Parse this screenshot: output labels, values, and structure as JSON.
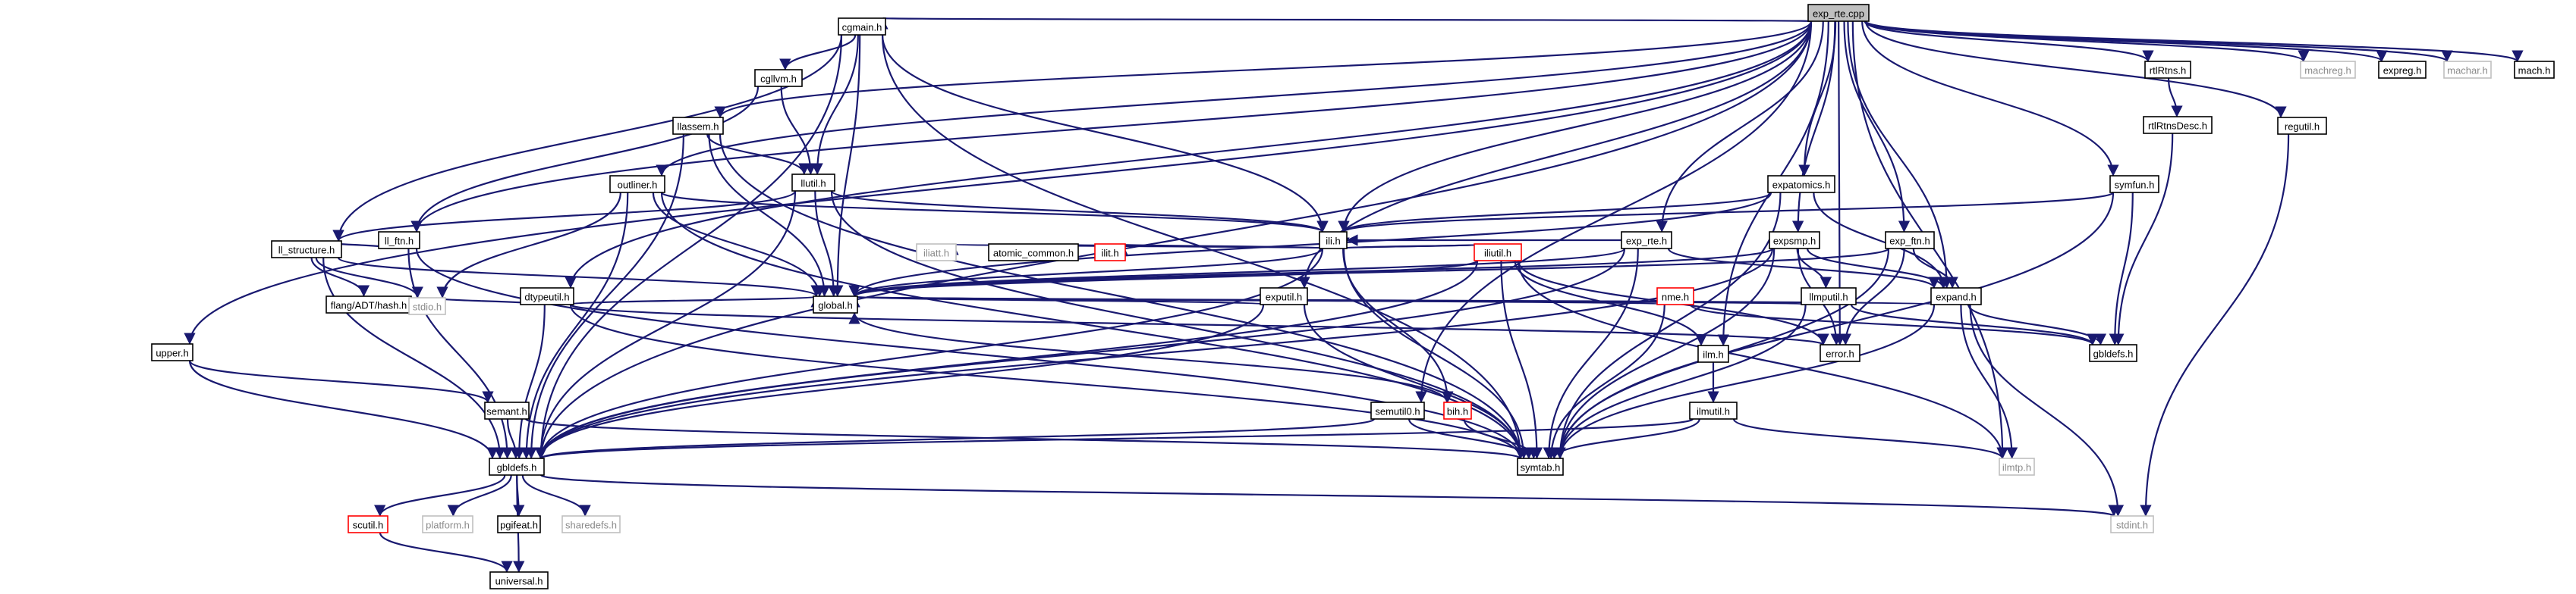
{
  "nodes": [
    {
      "id": "exp_rte_cpp",
      "label": "exp_rte.cpp",
      "style": "root"
    },
    {
      "id": "cgmain",
      "label": "cgmain.h",
      "style": "normal"
    },
    {
      "id": "llassem",
      "label": "llassem.h",
      "style": "normal"
    },
    {
      "id": "cgllvm",
      "label": "cgllvm.h",
      "style": "normal"
    },
    {
      "id": "outliner",
      "label": "outliner.h",
      "style": "normal"
    },
    {
      "id": "llutil",
      "label": "llutil.h",
      "style": "normal"
    },
    {
      "id": "ll_ftn",
      "label": "ll_ftn.h",
      "style": "normal"
    },
    {
      "id": "ll_structure",
      "label": "ll_structure.h",
      "style": "normal"
    },
    {
      "id": "dtypeutil",
      "label": "dtypeutil.h",
      "style": "normal"
    },
    {
      "id": "upper",
      "label": "upper.h",
      "style": "normal"
    },
    {
      "id": "semant",
      "label": "semant.h",
      "style": "normal"
    },
    {
      "id": "flang_adt_hash",
      "label": "flang/ADT/hash.h",
      "style": "normal"
    },
    {
      "id": "stdio",
      "label": "stdio.h",
      "style": "grey"
    },
    {
      "id": "gbldefs_main",
      "label": "gbldefs.h",
      "style": "normal"
    },
    {
      "id": "scutil",
      "label": "scutil.h",
      "style": "red"
    },
    {
      "id": "platform",
      "label": "platform.h",
      "style": "grey"
    },
    {
      "id": "pgifeat",
      "label": "pgifeat.h",
      "style": "normal"
    },
    {
      "id": "sharedefs",
      "label": "sharedefs.h",
      "style": "grey"
    },
    {
      "id": "universal",
      "label": "universal.h",
      "style": "normal"
    },
    {
      "id": "ili",
      "label": "ili.h",
      "style": "normal"
    },
    {
      "id": "iliatt",
      "label": "iliatt.h",
      "style": "grey"
    },
    {
      "id": "atomic_common",
      "label": "atomic_common.h",
      "style": "normal"
    },
    {
      "id": "ilit",
      "label": "ilit.h",
      "style": "red"
    },
    {
      "id": "iliutil",
      "label": "iliutil.h",
      "style": "red"
    },
    {
      "id": "bih",
      "label": "bih.h",
      "style": "red"
    },
    {
      "id": "global",
      "label": "global.h",
      "style": "normal"
    },
    {
      "id": "exputil",
      "label": "exputil.h",
      "style": "normal"
    },
    {
      "id": "semutil0",
      "label": "semutil0.h",
      "style": "normal"
    },
    {
      "id": "symtab",
      "label": "symtab.h",
      "style": "normal"
    },
    {
      "id": "exp_rte_h",
      "label": "exp_rte.h",
      "style": "normal"
    },
    {
      "id": "expatomics",
      "label": "expatomics.h",
      "style": "normal"
    },
    {
      "id": "expsmp",
      "label": "expsmp.h",
      "style": "normal"
    },
    {
      "id": "nme",
      "label": "nme.h",
      "style": "red"
    },
    {
      "id": "ilm",
      "label": "ilm.h",
      "style": "normal"
    },
    {
      "id": "ilmutil",
      "label": "ilmutil.h",
      "style": "normal"
    },
    {
      "id": "illmputil",
      "label": "llmputil.h",
      "style": "normal"
    },
    {
      "id": "exp_ftn",
      "label": "exp_ftn.h",
      "style": "normal"
    },
    {
      "id": "expand",
      "label": "expand.h",
      "style": "normal"
    },
    {
      "id": "error",
      "label": "error.h",
      "style": "normal"
    },
    {
      "id": "gbldefs_small",
      "label": "gbldefs.h",
      "style": "normal"
    },
    {
      "id": "ilmtp",
      "label": "ilmtp.h",
      "style": "grey"
    },
    {
      "id": "stdint",
      "label": "stdint.h",
      "style": "grey"
    },
    {
      "id": "symfun",
      "label": "symfun.h",
      "style": "normal"
    },
    {
      "id": "rtlRtns",
      "label": "rtlRtns.h",
      "style": "normal"
    },
    {
      "id": "rtlRtnsDesc",
      "label": "rtlRtnsDesc.h",
      "style": "normal"
    },
    {
      "id": "regutil",
      "label": "regutil.h",
      "style": "normal"
    },
    {
      "id": "machreg",
      "label": "machreg.h",
      "style": "grey"
    },
    {
      "id": "expreg",
      "label": "expreg.h",
      "style": "normal"
    },
    {
      "id": "machar",
      "label": "machar.h",
      "style": "grey"
    },
    {
      "id": "mach",
      "label": "mach.h",
      "style": "normal"
    }
  ],
  "edges": [
    [
      "exp_rte_cpp",
      "cgmain"
    ],
    [
      "exp_rte_cpp",
      "llassem"
    ],
    [
      "exp_rte_cpp",
      "outliner"
    ],
    [
      "exp_rte_cpp",
      "ll_ftn"
    ],
    [
      "exp_rte_cpp",
      "dtypeutil"
    ],
    [
      "exp_rte_cpp",
      "upper"
    ],
    [
      "exp_rte_cpp",
      "gbldefs_main"
    ],
    [
      "exp_rte_cpp",
      "ili"
    ],
    [
      "exp_rte_cpp",
      "exputil"
    ],
    [
      "exp_rte_cpp",
      "exp_rte_h"
    ],
    [
      "exp_rte_cpp",
      "expatomics"
    ],
    [
      "exp_rte_cpp",
      "expsmp"
    ],
    [
      "exp_rte_cpp",
      "exp_ftn"
    ],
    [
      "exp_rte_cpp",
      "expand"
    ],
    [
      "exp_rte_cpp",
      "ilm"
    ],
    [
      "exp_rte_cpp",
      "semutil0"
    ],
    [
      "exp_rte_cpp",
      "symfun"
    ],
    [
      "exp_rte_cpp",
      "rtlRtns"
    ],
    [
      "exp_rte_cpp",
      "regutil"
    ],
    [
      "exp_rte_cpp",
      "machreg"
    ],
    [
      "exp_rte_cpp",
      "expreg"
    ],
    [
      "exp_rte_cpp",
      "machar"
    ],
    [
      "exp_rte_cpp",
      "mach"
    ],
    [
      "exp_rte_cpp",
      "error"
    ],
    [
      "exp_rte_cpp",
      "ilmtp"
    ],
    [
      "cgmain",
      "cgllvm"
    ],
    [
      "cgmain",
      "llutil"
    ],
    [
      "cgmain",
      "ll_structure"
    ],
    [
      "cgmain",
      "ili"
    ],
    [
      "cgmain",
      "global"
    ],
    [
      "cgmain",
      "symtab"
    ],
    [
      "cgmain",
      "gbldefs_main"
    ],
    [
      "llassem",
      "llutil"
    ],
    [
      "llassem",
      "global"
    ],
    [
      "llassem",
      "gbldefs_main"
    ],
    [
      "llassem",
      "symtab"
    ],
    [
      "cgllvm",
      "llutil"
    ],
    [
      "cgllvm",
      "ll_ftn"
    ],
    [
      "outliner",
      "ili"
    ],
    [
      "outliner",
      "global"
    ],
    [
      "outliner",
      "symtab"
    ],
    [
      "outliner",
      "stdio"
    ],
    [
      "outliner",
      "gbldefs_main"
    ],
    [
      "llutil",
      "ili"
    ],
    [
      "llutil",
      "ll_structure"
    ],
    [
      "llutil",
      "global"
    ],
    [
      "llutil",
      "symtab"
    ],
    [
      "llutil",
      "gbldefs_main"
    ],
    [
      "ll_ftn",
      "ll_structure"
    ],
    [
      "ll_ftn",
      "gbldefs_main"
    ],
    [
      "ll_ftn",
      "symtab"
    ],
    [
      "ll_structure",
      "flang_adt_hash"
    ],
    [
      "ll_structure",
      "stdio"
    ],
    [
      "ll_structure",
      "gbldefs_main"
    ],
    [
      "ll_structure",
      "global"
    ],
    [
      "dtypeutil",
      "global"
    ],
    [
      "dtypeutil",
      "gbldefs_main"
    ],
    [
      "dtypeutil",
      "symtab"
    ],
    [
      "dtypeutil",
      "stdio"
    ],
    [
      "dtypeutil",
      "error"
    ],
    [
      "upper",
      "gbldefs_main"
    ],
    [
      "upper",
      "semant"
    ],
    [
      "semant",
      "gbldefs_main"
    ],
    [
      "semant",
      "symtab"
    ],
    [
      "gbldefs_main",
      "scutil"
    ],
    [
      "gbldefs_main",
      "platform"
    ],
    [
      "gbldefs_main",
      "pgifeat"
    ],
    [
      "gbldefs_main",
      "sharedefs"
    ],
    [
      "gbldefs_main",
      "universal"
    ],
    [
      "gbldefs_main",
      "stdint"
    ],
    [
      "scutil",
      "universal"
    ],
    [
      "ili",
      "iliatt"
    ],
    [
      "ili",
      "atomic_common"
    ],
    [
      "ili",
      "ilit"
    ],
    [
      "ili",
      "iliutil"
    ],
    [
      "ili",
      "bih"
    ],
    [
      "ili",
      "global"
    ],
    [
      "ili",
      "symtab"
    ],
    [
      "ili",
      "gbldefs_main"
    ],
    [
      "iliutil",
      "ili"
    ],
    [
      "iliutil",
      "global"
    ],
    [
      "iliutil",
      "symtab"
    ],
    [
      "iliutil",
      "ilm"
    ],
    [
      "iliutil",
      "error"
    ],
    [
      "iliutil",
      "gbldefs_main"
    ],
    [
      "iliutil",
      "ilmtp"
    ],
    [
      "bih",
      "symtab"
    ],
    [
      "bih",
      "global"
    ],
    [
      "exputil",
      "global"
    ],
    [
      "exputil",
      "symtab"
    ],
    [
      "exputil",
      "gbldefs_main"
    ],
    [
      "semutil0",
      "symtab"
    ],
    [
      "semutil0",
      "gbldefs_main"
    ],
    [
      "exp_rte_h",
      "expand"
    ],
    [
      "exp_rte_h",
      "global"
    ],
    [
      "exp_rte_h",
      "symtab"
    ],
    [
      "exp_rte_h",
      "gbldefs_main"
    ],
    [
      "exp_rte_h",
      "ili"
    ],
    [
      "expatomics",
      "ili"
    ],
    [
      "expatomics",
      "expand"
    ],
    [
      "expatomics",
      "global"
    ],
    [
      "expatomics",
      "symtab"
    ],
    [
      "expsmp",
      "expand"
    ],
    [
      "expsmp",
      "illmputil"
    ],
    [
      "expsmp",
      "error"
    ],
    [
      "expsmp",
      "global"
    ],
    [
      "expsmp",
      "symtab"
    ],
    [
      "expsmp",
      "gbldefs_main"
    ],
    [
      "nme",
      "global"
    ],
    [
      "nme",
      "symtab"
    ],
    [
      "nme",
      "gbldefs_small"
    ],
    [
      "ilm",
      "ilmutil"
    ],
    [
      "ilmutil",
      "symtab"
    ],
    [
      "ilmutil",
      "gbldefs_main"
    ],
    [
      "ilmutil",
      "ilmtp"
    ],
    [
      "illmputil",
      "gbldefs_small"
    ],
    [
      "illmputil",
      "symtab"
    ],
    [
      "illmputil",
      "global"
    ],
    [
      "exp_ftn",
      "expand"
    ],
    [
      "exp_ftn",
      "error"
    ],
    [
      "exp_ftn",
      "global"
    ],
    [
      "exp_ftn",
      "symtab"
    ],
    [
      "expand",
      "gbldefs_small"
    ],
    [
      "expand",
      "ilmtp"
    ],
    [
      "expand",
      "symtab"
    ],
    [
      "expand",
      "stdint"
    ],
    [
      "expand",
      "global"
    ],
    [
      "symfun",
      "ili"
    ],
    [
      "symfun",
      "gbldefs_small"
    ],
    [
      "symfun",
      "symtab"
    ],
    [
      "rtlRtns",
      "rtlRtnsDesc"
    ],
    [
      "rtlRtnsDesc",
      "gbldefs_small"
    ],
    [
      "regutil",
      "stdint"
    ]
  ]
}
